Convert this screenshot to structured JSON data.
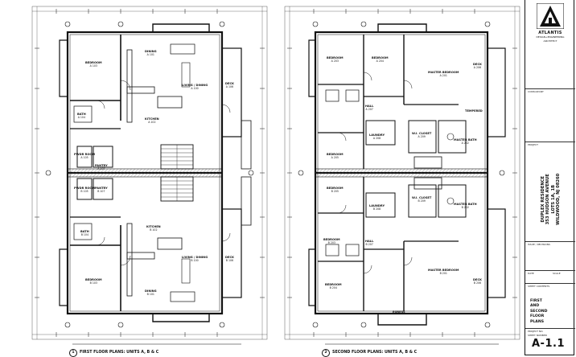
{
  "title_block": {
    "firm_name": "ATLANTIS",
    "firm_tagline": "DESIGN+ENGINEERING",
    "firm_sub": "ARCHITECT",
    "project_name_line1": "DUPLEX RESIDENCE",
    "project_name_line2": "353 HUDSON AVENUE",
    "project_name_line3": "LOTS 1A, 1B",
    "project_name_line4": "WILDWOOD, NJ 08260",
    "consultant_label": "CONSULTANT",
    "project_label": "PROJECT",
    "issue_label": "ISSUE / REVISIONS",
    "date_label": "DATE",
    "scale_label": "SCALE",
    "sheet_contents_label": "SHEET CONTENTS",
    "sheet_title_1": "FIRST",
    "sheet_title_2": "AND",
    "sheet_title_3": "SECOND",
    "sheet_title_4": "FLOOR",
    "sheet_title_5": "PLANS",
    "project_no_label": "PROJECT NO.",
    "sheet_number_label": "SHEET NUMBER",
    "sheet_number": "A-1.1"
  },
  "plans": {
    "first": {
      "number": "1",
      "title": "FIRST FLOOR PLANS: UNITS A, B & C"
    },
    "second": {
      "number": "2",
      "title": "SECOND FLOOR PLANS: UNITS A, B & C"
    }
  },
  "rooms_first": {
    "bedroom_top": {
      "name": "BEDROOM",
      "num": "A 103"
    },
    "dining_top": {
      "name": "DINING",
      "num": "A 101"
    },
    "living_top": {
      "name": "LIVING / DINING",
      "num": "A 100"
    },
    "kitchen_top": {
      "name": "KITCHEN",
      "num": "A 102"
    },
    "deck_top": {
      "name": "DECK",
      "num": "A 106"
    },
    "bath_top": {
      "name": "BATH",
      "num": "A 104"
    },
    "powder_top": {
      "name": "PWDR ROOM",
      "num": "A 105"
    },
    "pantry_top": {
      "name": "PANTRY",
      "num": "A 107"
    },
    "pwdr_bot": {
      "name": "PWDR ROOM",
      "num": "B 105"
    },
    "pantry_bot": {
      "name": "PANTRY",
      "num": "B 107"
    },
    "kitchen_bot": {
      "name": "KITCHEN",
      "num": "B 102"
    },
    "living_bot": {
      "name": "LIVING / DINING",
      "num": "B 100"
    },
    "bath_bot": {
      "name": "BATH",
      "num": "B 104"
    },
    "deck_bot": {
      "name": "DECK",
      "num": "B 106"
    },
    "bedroom_bot": {
      "name": "BEDROOM",
      "num": "B 103"
    },
    "dining_bot": {
      "name": "DINING",
      "num": "B 101"
    }
  },
  "rooms_second": {
    "bedroom_a1": {
      "name": "BEDROOM",
      "num": "A 203"
    },
    "bedroom_a2": {
      "name": "BEDROOM",
      "num": "A 204"
    },
    "master_a": {
      "name": "MASTER BEDROOM",
      "num": "A 201"
    },
    "deck_a": {
      "name": "DECK",
      "num": "A 206"
    },
    "hall_a": {
      "name": "HALL",
      "num": "A 207"
    },
    "laundry_a": {
      "name": "LAUNDRY",
      "num": "A 208"
    },
    "wic_a": {
      "name": "W.I. CLOSET",
      "num": "A 209"
    },
    "mbath_a": {
      "name": "MASTER BATH",
      "num": "A 202"
    },
    "bedroom_a3": {
      "name": "BEDROOM",
      "num": "A 205"
    },
    "bedroom_b3": {
      "name": "BEDROOM",
      "num": "B 205"
    },
    "laundry_b": {
      "name": "LAUNDRY",
      "num": "B 208"
    },
    "wic_b": {
      "name": "W.I. CLOSET",
      "num": "B 209"
    },
    "mbath_b": {
      "name": "MASTER BATH",
      "num": "B 202"
    },
    "bedroom_b1": {
      "name": "BEDROOM",
      "num": "B 203"
    },
    "hall_b": {
      "name": "HALL",
      "num": "B 207"
    },
    "master_b": {
      "name": "MASTER BEDROOM",
      "num": "B 201"
    },
    "deck_b": {
      "name": "DECK",
      "num": "B 206"
    },
    "bedroom_b2": {
      "name": "BEDROOM",
      "num": "B 204"
    },
    "tempered_1": {
      "name": "TEMPERED",
      "num": ""
    },
    "egress": {
      "name": "EGRESS",
      "num": ""
    }
  }
}
